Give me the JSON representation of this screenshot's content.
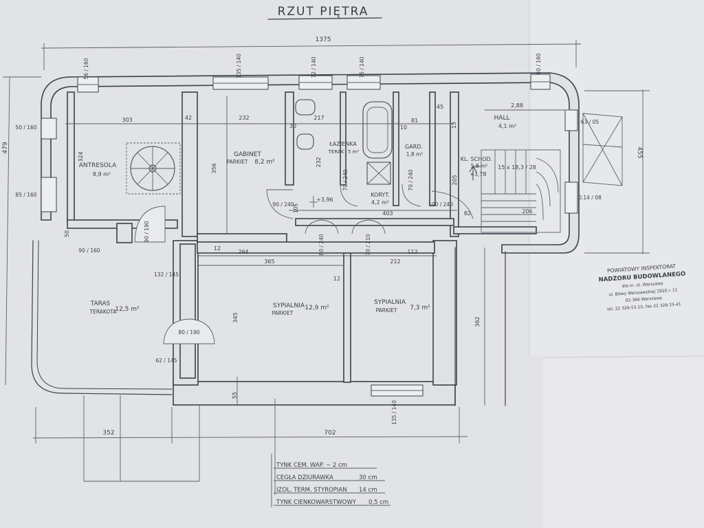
{
  "title": "RZUT PIĘTRA",
  "dimensions": {
    "overall_width": "1375",
    "left_height": "479",
    "right_height": "455",
    "bottom_left": "352",
    "bottom_right": "702",
    "w_antresola": "303",
    "w_42": "42",
    "w_gabinet": "232",
    "w_lazienka": "217",
    "w_garderoba": "81",
    "w_hall": "2,88",
    "w_45": "45",
    "w_30": "30",
    "w_10": "10",
    "w_15": "15",
    "h_324": "324",
    "h_356": "356",
    "h_232": "232",
    "h_205": "205",
    "h_345": "345",
    "h_362": "362",
    "h_55": "55",
    "w_403": "403",
    "w_264": "264",
    "w_365": "365",
    "w_212": "212",
    "w_112": "112",
    "w_12a": "12",
    "w_12b": "12",
    "w_82": "82",
    "w_206": "206",
    "w_50": "50",
    "win_56_160": "56 / 160",
    "win_135_140": "135 / 140",
    "win_72_140": "72 / 140",
    "win_75_140": "75 / 140",
    "win_60_160": "60 / 160",
    "win_50_160": "50 / 160",
    "win_85_160": "85 / 160",
    "win_90_160": "90 / 160",
    "win_63_05": "63 / 05",
    "win_014_08": "0.14 / 08",
    "win_135_140b": "135 / 140",
    "door_90_240": "90 / 240",
    "door_70_240a": "70 / 240",
    "door_70_240b": "70 / 240",
    "door_100_240": "100 / 240",
    "door_80_240": "80 / 240",
    "door_70_210": "70 / 210",
    "door_90_190": "90 / 190",
    "door_80_190": "80 / 190",
    "door_62_145": "62 / 145",
    "door_132_145": "132 / 145",
    "door_105": "105",
    "lvl_396": "+3,96",
    "lvl_378": "+3,78",
    "stairs": "15 x 18,3 / 28"
  },
  "rooms": {
    "antresola": {
      "name": "ANTRESOLA",
      "area": "8,9 m²"
    },
    "gabinet": {
      "name": "GABINET",
      "floor": "PARKIET",
      "area": "8,2 m²"
    },
    "lazienka": {
      "name": "ŁAZIENKA",
      "floor": "TERAK",
      "area": "5 m²"
    },
    "garderoba": {
      "name": "GARD.",
      "area": "1,8 m²"
    },
    "hall": {
      "name": "HALL",
      "area": "4,1 m²"
    },
    "klatka": {
      "name": "KL. SCHOD.",
      "area": "5,8 m²"
    },
    "korytarz": {
      "name": "KORYT.",
      "area": "4,2 m²"
    },
    "taras": {
      "name": "TARAS",
      "floor": "TERAKOTA",
      "area": "12,5 m²"
    },
    "sypialnia1": {
      "name": "SYPIALNIA",
      "floor": "PARKIET",
      "area": "12,9 m²"
    },
    "sypialnia2": {
      "name": "SYPIALNIA",
      "floor": "PARKIET",
      "area": "7,3 m²"
    }
  },
  "legend": [
    {
      "label": "TYNK CEM. WAP. ~ 2 cm",
      "value": ""
    },
    {
      "label": "CEGŁA DZIURAWKA",
      "value": "30 cm"
    },
    {
      "label": "IZOL. TERM. STYROPIAN",
      "value": "14 cm"
    },
    {
      "label": "TYNK CIENKOWARSTWOWY",
      "value": "0,5 cm"
    }
  ],
  "stamp": {
    "line1": "POWIATOWY INSPEKTORAT",
    "line2": "NADZORU BUDOWLANEGO",
    "line3": "dla m. st. Warszawy",
    "line4": "ul. Bitwy Warszawskiej 1920 r. 11",
    "line5": "02-366 Warszawa",
    "line6": "tel. 22 326-15-10, fax 22 326-15-41"
  },
  "colors": {
    "paper": "#e4e5e7",
    "ink": "#3b3f48",
    "stamp": "#4b5fae"
  }
}
